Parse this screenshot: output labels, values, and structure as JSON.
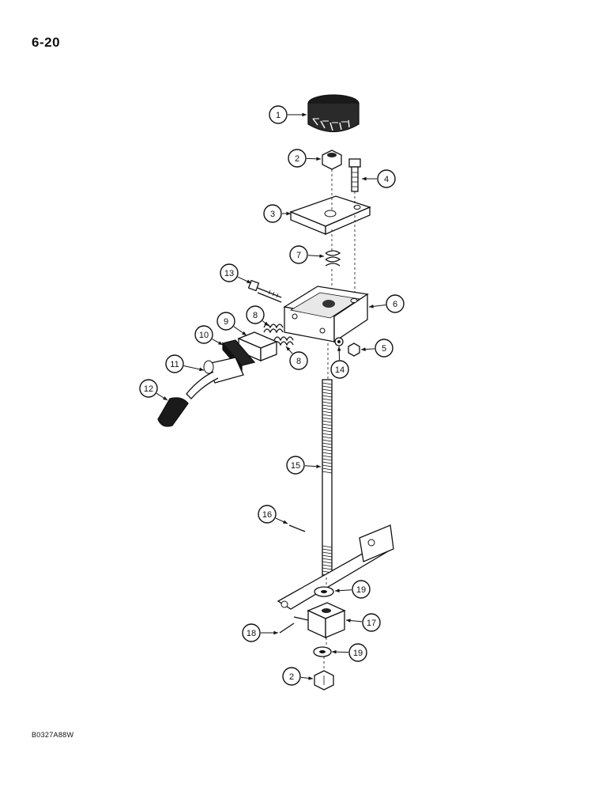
{
  "page": {
    "number": "6-20",
    "figure_code": "B0327A88W"
  },
  "callouts": [
    {
      "id": "c1",
      "label": "1"
    },
    {
      "id": "c2a",
      "label": "2"
    },
    {
      "id": "c3",
      "label": "3"
    },
    {
      "id": "c4",
      "label": "4"
    },
    {
      "id": "c5",
      "label": "5"
    },
    {
      "id": "c6",
      "label": "6"
    },
    {
      "id": "c7",
      "label": "7"
    },
    {
      "id": "c8a",
      "label": "8"
    },
    {
      "id": "c8b",
      "label": "8"
    },
    {
      "id": "c9",
      "label": "9"
    },
    {
      "id": "c10",
      "label": "10"
    },
    {
      "id": "c11",
      "label": "11"
    },
    {
      "id": "c12",
      "label": "12"
    },
    {
      "id": "c13",
      "label": "13"
    },
    {
      "id": "c14",
      "label": "14"
    },
    {
      "id": "c15",
      "label": "15"
    },
    {
      "id": "c16",
      "label": "16"
    },
    {
      "id": "c17",
      "label": "17"
    },
    {
      "id": "c18",
      "label": "18"
    },
    {
      "id": "c19a",
      "label": "19"
    },
    {
      "id": "c19b",
      "label": "19"
    },
    {
      "id": "c2b",
      "label": "2"
    }
  ]
}
